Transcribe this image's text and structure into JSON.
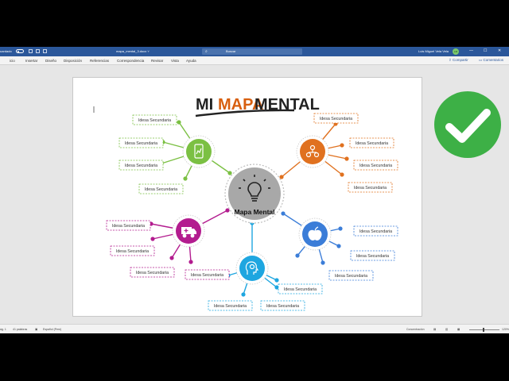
{
  "titlebar": {
    "autosave_label": "uardado",
    "document_title": "mapa_mental_3.docx ˅",
    "search_placeholder": "Buscar",
    "user_name": "Luis Miguel Vela Vela",
    "user_initials": "LM",
    "min_glyph": "—",
    "max_glyph": "☐",
    "close_glyph": "✕"
  },
  "ribbon": {
    "tabs": [
      "icio",
      "Insertar",
      "Diseño",
      "Disposición",
      "Referencias",
      "Correspondencia",
      "Revisar",
      "Vista",
      "Ayuda"
    ],
    "share_label": "⇪ Compartir",
    "comments_label": "▭ Comentarios"
  },
  "mindmap": {
    "title_prefix": "MI",
    "title_accent": "MAPA",
    "title_suffix": "MENTAL",
    "center_label": "Mapa Mental",
    "secondary_label": "Idesa Secundaria",
    "colors": {
      "green": "#7bc043",
      "orange": "#e0711f",
      "blue": "#3b7dd8",
      "cyan": "#1ea6e0",
      "magenta": "#b31c8f",
      "gray": "#8c8c8c",
      "title_accent": "#d85f0f"
    },
    "branches": [
      {
        "id": "green",
        "icon": "phone-chart-icon"
      },
      {
        "id": "orange",
        "icon": "people-network-icon"
      },
      {
        "id": "blue",
        "icon": "apple-icon"
      },
      {
        "id": "cyan",
        "icon": "head-brain-icon"
      },
      {
        "id": "magenta",
        "icon": "ambulance-icon"
      }
    ]
  },
  "statusbar": {
    "page": "ág. 1",
    "words": "41 palabras",
    "language": "Español (Perú)",
    "focus": "Concentración",
    "zoom": "120%"
  }
}
